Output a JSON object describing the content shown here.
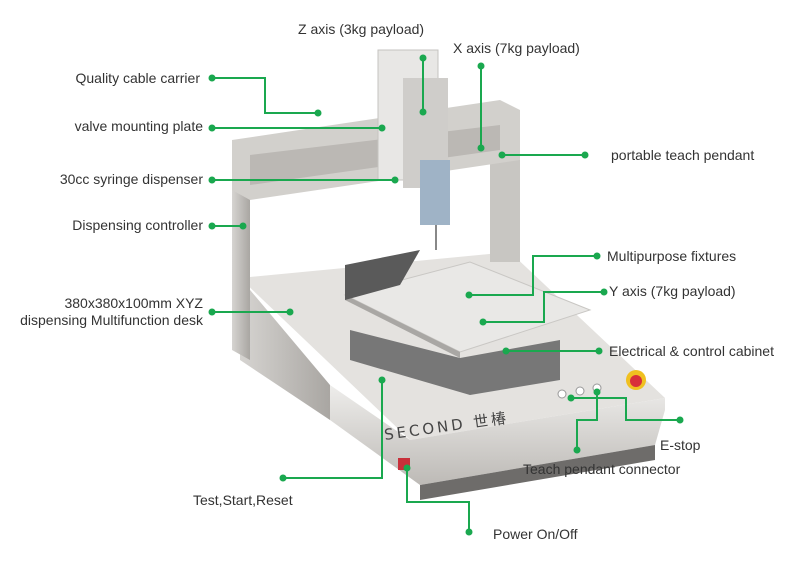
{
  "title": "Desktop dispensing robot components",
  "brand": "SECOND 世椿",
  "labels": {
    "z_axis": "Z axis (3kg payload)",
    "x_axis": "X axis  (7kg payload)",
    "cable_carrier": "Quality cable carrier",
    "valve_plate": "valve mounting plate",
    "syringe": "30cc syringe dispenser",
    "controller": "Dispensing controller",
    "desk_line1": "380x380x100mm XYZ",
    "desk_line2": "dispensing Multifunction desk",
    "teach_pendant": "portable teach pendant",
    "fixtures": "Multipurpose fixtures",
    "y_axis": "Y axis (7kg payload)",
    "cabinet": "Electrical & control cabinet",
    "estop": "E-stop",
    "pendant_connector": "Teach pendant connector",
    "test_start_reset": "Test,Start,Reset",
    "power": "Power On/Off"
  },
  "colors": {
    "callout": "#1aa84f",
    "text": "#333333",
    "metal": "#d9d7d4"
  }
}
